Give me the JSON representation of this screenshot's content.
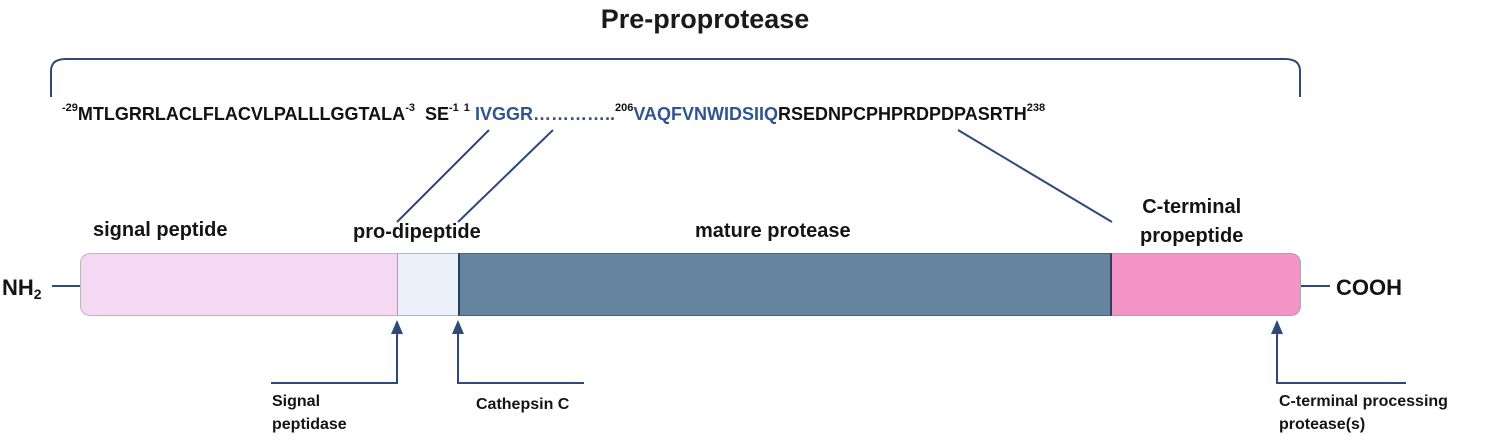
{
  "title": "Pre-proprotease",
  "sequence": {
    "signal_start_num": "-29",
    "signal_seq": "MTLGRRLACLFLACVLPALLLGGTALA",
    "signal_end_num": "-3",
    "pro_seq": "SE",
    "pro_end_num": "-1",
    "mature_start_num": "1",
    "mature_start_seq": "IVGGR",
    "ellipsis": "…………..",
    "mature_end_num": "206",
    "mature_end_seq": "VAQFVNWIDSIIQ",
    "cterm_seq": "RSEDNPCPHPRDPDPASRTH",
    "cterm_end_num": "238"
  },
  "regions": {
    "signal_peptide": "signal peptide",
    "pro_dipeptide": "pro-dipeptide",
    "mature_protease": "mature protease",
    "c_terminal_line1": "C-terminal",
    "c_terminal_line2": "propeptide"
  },
  "termini": {
    "n_term": "NH",
    "n_term_sub": "2",
    "c_term": "COOH"
  },
  "enzymes": {
    "signal_peptidase_line1": "Signal",
    "signal_peptidase_line2": "peptidase",
    "cathepsin_c": "Cathepsin C",
    "c_terminal_processing_line1": "C-terminal processing",
    "c_terminal_processing_line2": "protease(s)"
  },
  "colors": {
    "signal_peptide": "#f5d8f1",
    "pro_dipeptide": "#eaf1fb",
    "mature_protease": "#65849f",
    "c_terminal_propeptide": "#f294c6",
    "lines": "#2e4a78",
    "mature_sequence_text": "#2f5591"
  }
}
